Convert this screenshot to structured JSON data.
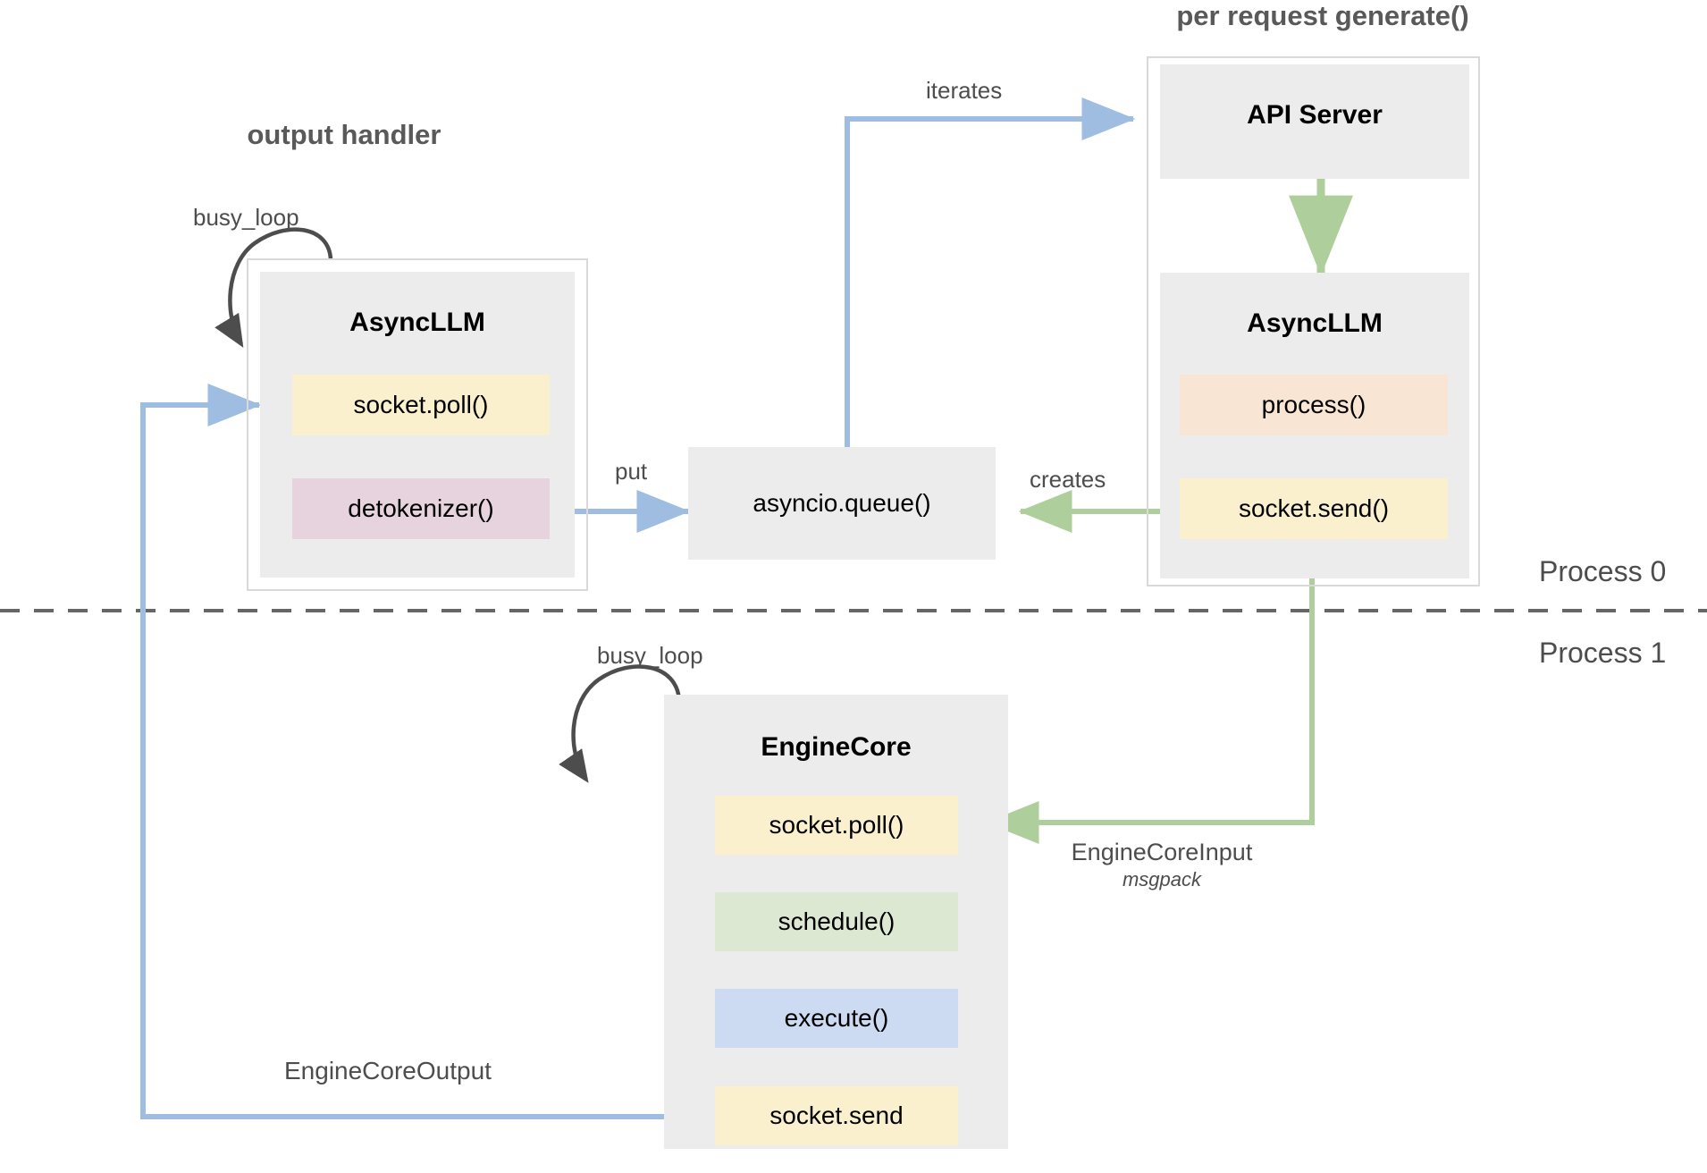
{
  "diagram": {
    "title_groups": [
      {
        "id": "output-handler",
        "label": "output handler"
      },
      {
        "id": "per-request-generate",
        "label": "per request generate()"
      }
    ],
    "process_labels": {
      "top": "Process 0",
      "bottom": "Process 1"
    },
    "components": {
      "async_llm_left": {
        "title": "AsyncLLM",
        "methods": [
          {
            "label": "socket.poll()",
            "color": "#faf0cd",
            "style": "yellow"
          },
          {
            "label": "detokenizer()",
            "color": "#e6d3dd",
            "style": "pink"
          }
        ]
      },
      "api_server": {
        "title": "API Server"
      },
      "async_llm_right": {
        "title": "AsyncLLM",
        "methods": [
          {
            "label": "process()",
            "color": "#f9e5d3",
            "style": "orange"
          },
          {
            "label": "socket.send()",
            "color": "#faf0cd",
            "style": "yellow"
          }
        ]
      },
      "asyncio_queue": {
        "label": "asyncio.queue()"
      },
      "engine_core": {
        "title": "EngineCore",
        "methods": [
          {
            "label": "socket.poll()",
            "color": "#faf0cd",
            "style": "yellow"
          },
          {
            "label": "schedule()",
            "color": "#dde8d2",
            "style": "green"
          },
          {
            "label": "execute()",
            "color": "#ccdaf2",
            "style": "blue"
          },
          {
            "label": "socket.send",
            "color": "#faf0cd",
            "style": "yellow"
          }
        ]
      }
    },
    "edges": [
      {
        "id": "busy-loop-left",
        "label": "busy_loop",
        "color": "#4d4d4d"
      },
      {
        "id": "busy-loop-engine",
        "label": "busy_loop",
        "color": "#4d4d4d"
      },
      {
        "id": "iterates",
        "label": "iterates",
        "color": "#9ebde0"
      },
      {
        "id": "put",
        "label": "put",
        "color": "#9ebde0"
      },
      {
        "id": "creates",
        "label": "creates",
        "color": "#aecf9c"
      },
      {
        "id": "engine-core-input",
        "label": "EngineCoreInput",
        "sublabel": "msgpack",
        "color": "#aecf9c"
      },
      {
        "id": "engine-core-output",
        "label": "EngineCoreOutput",
        "color": "#9ebde0"
      }
    ],
    "colors": {
      "arrow_blue": "#9ebde0",
      "arrow_green": "#aecf9c",
      "arrow_dark": "#4d4d4d",
      "box_gray": "#ececec",
      "border_gray": "#d9d9d9",
      "divider": "#666666",
      "yellow": "#faf0cd",
      "pink": "#e6d3dd",
      "orange": "#f9e5d3",
      "green": "#dde8d2",
      "blue": "#ccdaf2"
    }
  }
}
